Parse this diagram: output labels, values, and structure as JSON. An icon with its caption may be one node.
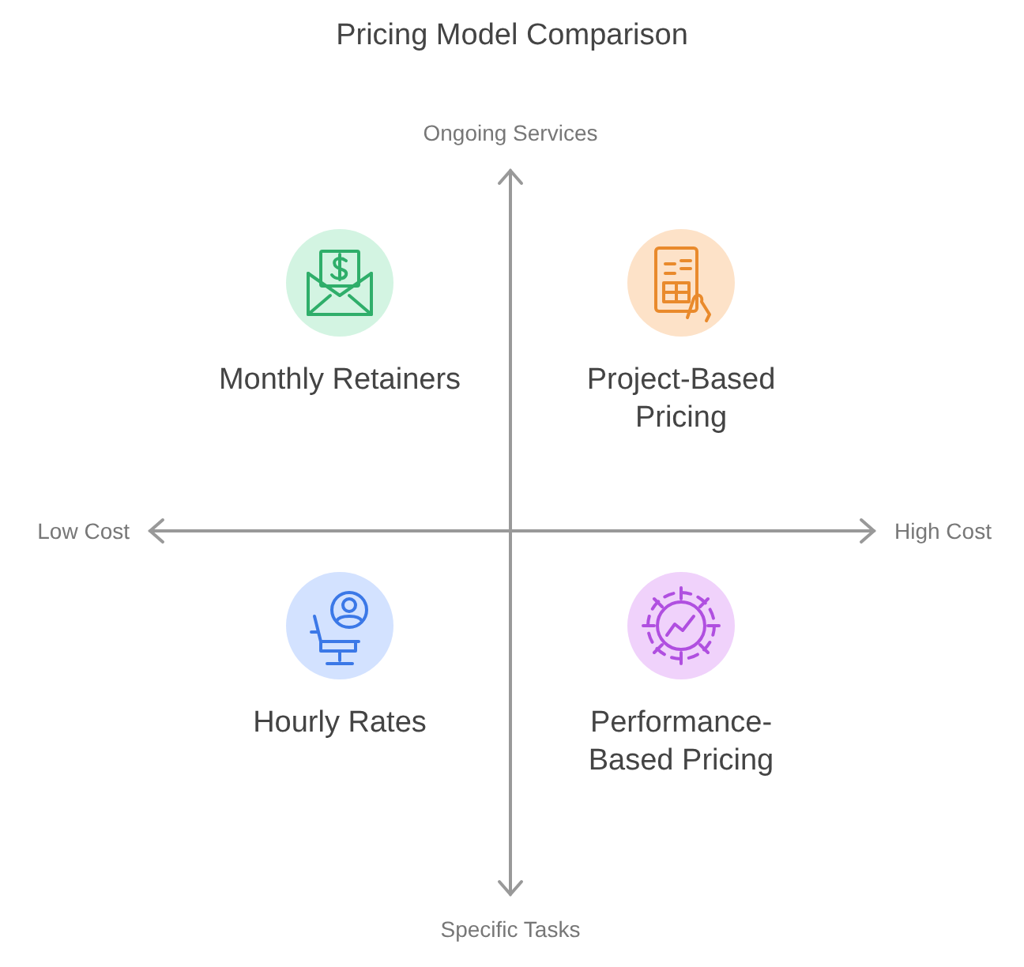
{
  "diagram": {
    "title": "Pricing Model Comparison",
    "nodes": [
      {
        "text": [
          "Monthly Retainers"
        ]
      },
      {
        "text": [
          "Project-Based Pricing"
        ]
      },
      {
        "text": [
          "Hourly Rates"
        ]
      },
      {
        "text": [
          "Performance-Based Pricing"
        ]
      }
    ],
    "labels": [
      "Ongoing Services",
      "Low Cost",
      "High Cost",
      "Specific Tasks"
    ]
  }
}
